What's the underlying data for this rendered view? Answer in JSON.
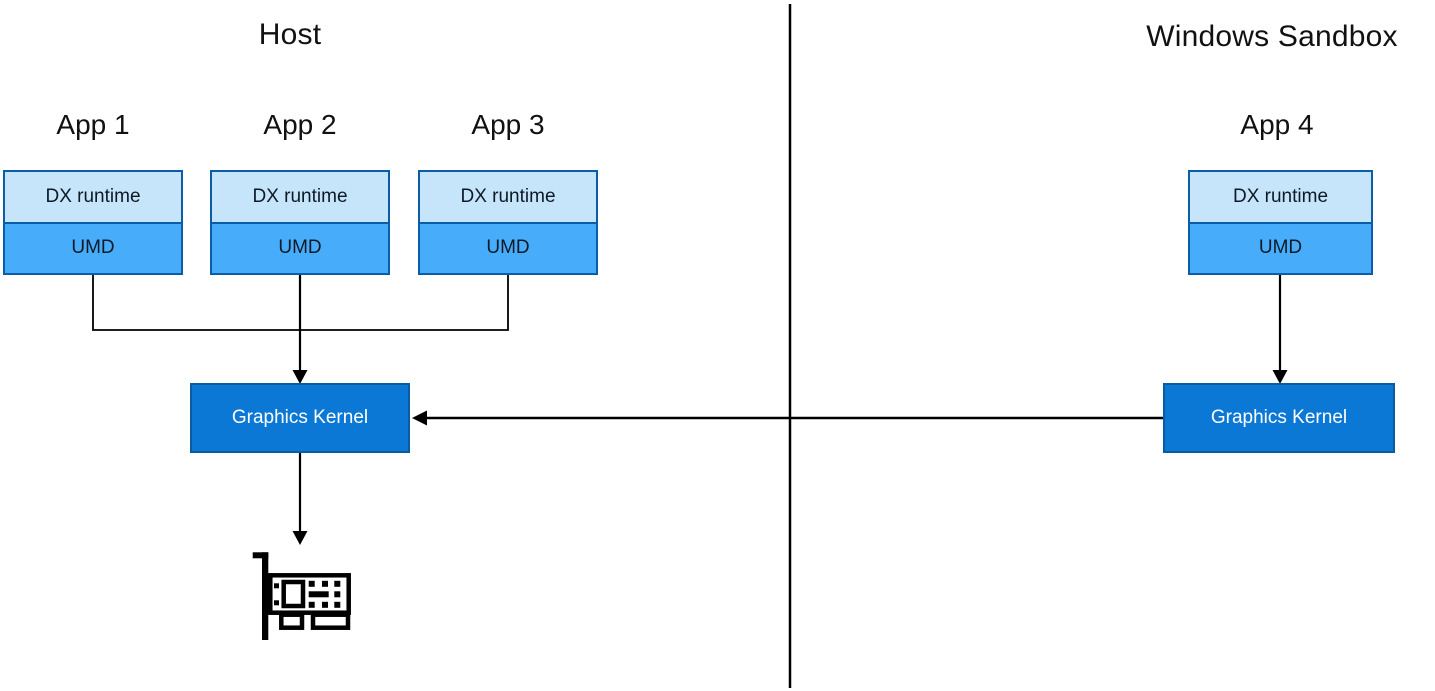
{
  "panels": [
    {
      "title": "Host"
    },
    {
      "title": "Windows Sandbox"
    }
  ],
  "apps": [
    {
      "label": "App 1",
      "layers": [
        "DX runtime",
        "UMD"
      ]
    },
    {
      "label": "App 2",
      "layers": [
        "DX runtime",
        "UMD"
      ]
    },
    {
      "label": "App 3",
      "layers": [
        "DX runtime",
        "UMD"
      ]
    },
    {
      "label": "App 4",
      "layers": [
        "DX runtime",
        "UMD"
      ]
    }
  ],
  "kernels": [
    {
      "label": "Graphics Kernel"
    },
    {
      "label": "Graphics Kernel"
    }
  ],
  "icons": {
    "gpu": "gpu-card-icon"
  },
  "colors": {
    "background": "#ffffff",
    "text": "#111111",
    "dx_runtime_fill": "#c7e5fa",
    "umd_fill": "#47adfb",
    "box_border": "#0a5ea8",
    "kernel_fill": "#0a78d4",
    "kernel_border": "#0b5c9f",
    "kernel_text": "#ffffff",
    "line": "#000000"
  }
}
